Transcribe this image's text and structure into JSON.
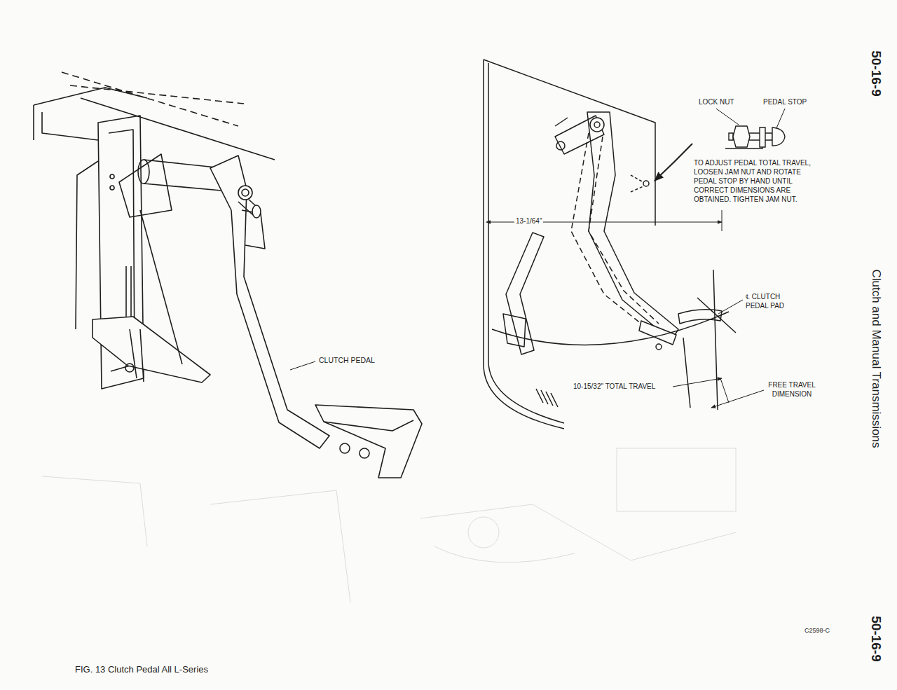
{
  "diagram": {
    "caption": "FIG. 13 Clutch Pedal All L-Series",
    "labels": [
      "50-16-9",
      "Clutch and Manual Transmissions",
      "50-16-9",
      "CLUTCH PEDAL",
      "LOCK NUT",
      "PEDAL STOP",
      "TO ADJUST PEDAL TOTAL TRAVEL, LOOSEN JAM NUT AND ROTATE PEDAL STOP BY HAND UNTIL CORRECT DIMENSIONS ARE OBTAINED. TIGHTEN JAM NUT.",
      "13-1/64\"",
      "℄ CLUTCH PEDAL PAD",
      "10-15/32\" TOTAL TRAVEL",
      "FREE TRAVEL DIMENSION",
      "C2598-C"
    ]
  }
}
